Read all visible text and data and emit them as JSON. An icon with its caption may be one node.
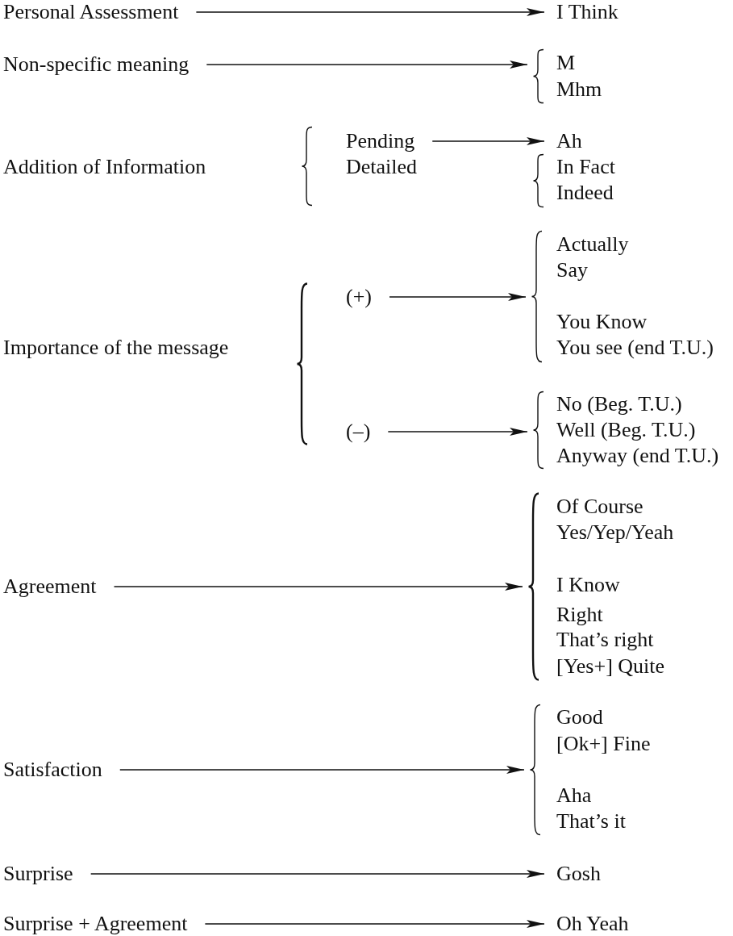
{
  "diagram": {
    "nodes": [
      {
        "text": [
          "Personal Assessment"
        ]
      },
      {
        "text": [
          "I Think"
        ]
      },
      {
        "text": [
          "Non-specific meaning"
        ]
      },
      {
        "text": [],
        "shape": "bracket"
      },
      {
        "text": [
          "M"
        ],
        "in": 3
      },
      {
        "text": [
          "Mhm"
        ],
        "in": 3
      },
      {
        "text": [
          "Addition of Information"
        ]
      },
      {
        "text": [],
        "shape": "bracket"
      },
      {
        "text": [
          "Pending"
        ],
        "in": 7
      },
      {
        "text": [
          "Detailed"
        ],
        "in": 7
      },
      {
        "text": [
          "Ah"
        ]
      },
      {
        "text": [],
        "shape": "bracket"
      },
      {
        "text": [
          "In Fact"
        ],
        "in": 11
      },
      {
        "text": [
          "Indeed"
        ],
        "in": 11
      },
      {
        "text": [
          "Importance of the message"
        ]
      },
      {
        "text": [],
        "shape": "bracket"
      },
      {
        "text": [
          "(+)"
        ],
        "in": 15
      },
      {
        "text": [
          "(–)"
        ],
        "in": 15
      },
      {
        "text": [],
        "shape": "bracket"
      },
      {
        "text": [
          "Actually"
        ],
        "in": 18
      },
      {
        "text": [
          "Say"
        ],
        "in": 18
      },
      {
        "text": [
          "You Know"
        ],
        "in": 18
      },
      {
        "text": [
          "You see (end T.U.)"
        ],
        "in": 18
      },
      {
        "text": [],
        "shape": "bracket"
      },
      {
        "text": [
          "No (Beg. T.U.)"
        ],
        "in": 23
      },
      {
        "text": [
          "Well (Beg. T.U.)"
        ],
        "in": 23
      },
      {
        "text": [
          "Anyway (end T.U.)"
        ],
        "in": 23
      },
      {
        "text": [
          "Agreement"
        ]
      },
      {
        "text": [],
        "shape": "bracket"
      },
      {
        "text": [
          "Of Course"
        ],
        "in": 28
      },
      {
        "text": [
          "Yes/Yep/Yeah"
        ],
        "in": 28
      },
      {
        "text": [
          "I Know"
        ],
        "in": 28
      },
      {
        "text": [
          "Right"
        ],
        "in": 28
      },
      {
        "text": [
          "That’s right"
        ],
        "in": 28
      },
      {
        "text": [
          "[Yes+] Quite"
        ],
        "in": 28
      },
      {
        "text": [
          "Satisfaction"
        ]
      },
      {
        "text": [],
        "shape": "bracket"
      },
      {
        "text": [
          "Good"
        ],
        "in": 36
      },
      {
        "text": [
          "[Ok+] Fine"
        ],
        "in": 36
      },
      {
        "text": [
          "Aha"
        ],
        "in": 36
      },
      {
        "text": [
          "That’s it"
        ],
        "in": 36
      },
      {
        "text": [
          "Surprise"
        ]
      },
      {
        "text": [
          "Gosh"
        ]
      },
      {
        "text": [
          "Surprise + Agreement"
        ]
      },
      {
        "text": [
          "Oh Yeah"
        ]
      }
    ],
    "edges": [
      {
        "from": 0,
        "to": 1,
        "arrow": "to"
      },
      {
        "from": 2,
        "to": 3,
        "arrow": "to"
      },
      {
        "from": 8,
        "to": 10,
        "arrow": "to"
      },
      {
        "from": 16,
        "to": 18,
        "arrow": "to"
      },
      {
        "from": 17,
        "to": 23,
        "arrow": "to"
      },
      {
        "from": 27,
        "to": 28,
        "arrow": "to"
      },
      {
        "from": 35,
        "to": 36,
        "arrow": "to"
      },
      {
        "from": 41,
        "to": 42,
        "arrow": "to"
      },
      {
        "from": 43,
        "to": 44,
        "arrow": "to"
      }
    ]
  }
}
